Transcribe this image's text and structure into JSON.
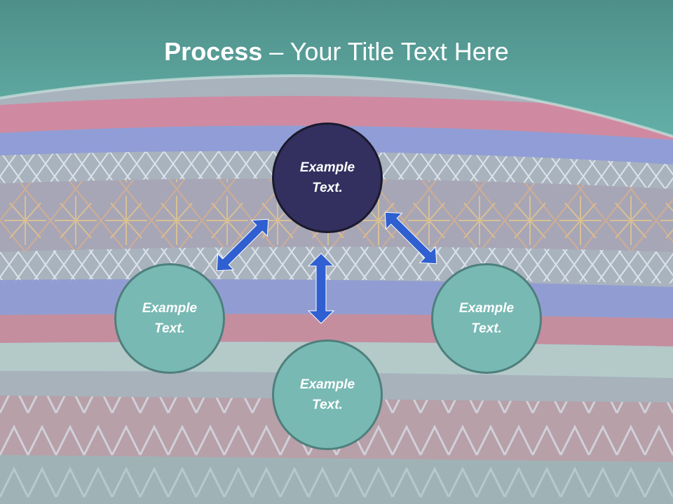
{
  "slide": {
    "title_bold": "Process",
    "title_rest": " – Your Title Text Here",
    "center_node": {
      "line1": "Example",
      "line2": "Text."
    },
    "left_node": {
      "line1": "Example",
      "line2": "Text."
    },
    "right_node": {
      "line1": "Example",
      "line2": "Text."
    },
    "bottom_node": {
      "line1": "Example",
      "line2": "Text."
    }
  },
  "colors": {
    "header_teal": "#5aa9a3",
    "center_fill": "#33305f",
    "node_fill": "#78b9b3",
    "arrow_blue": "#2f5fd1"
  }
}
